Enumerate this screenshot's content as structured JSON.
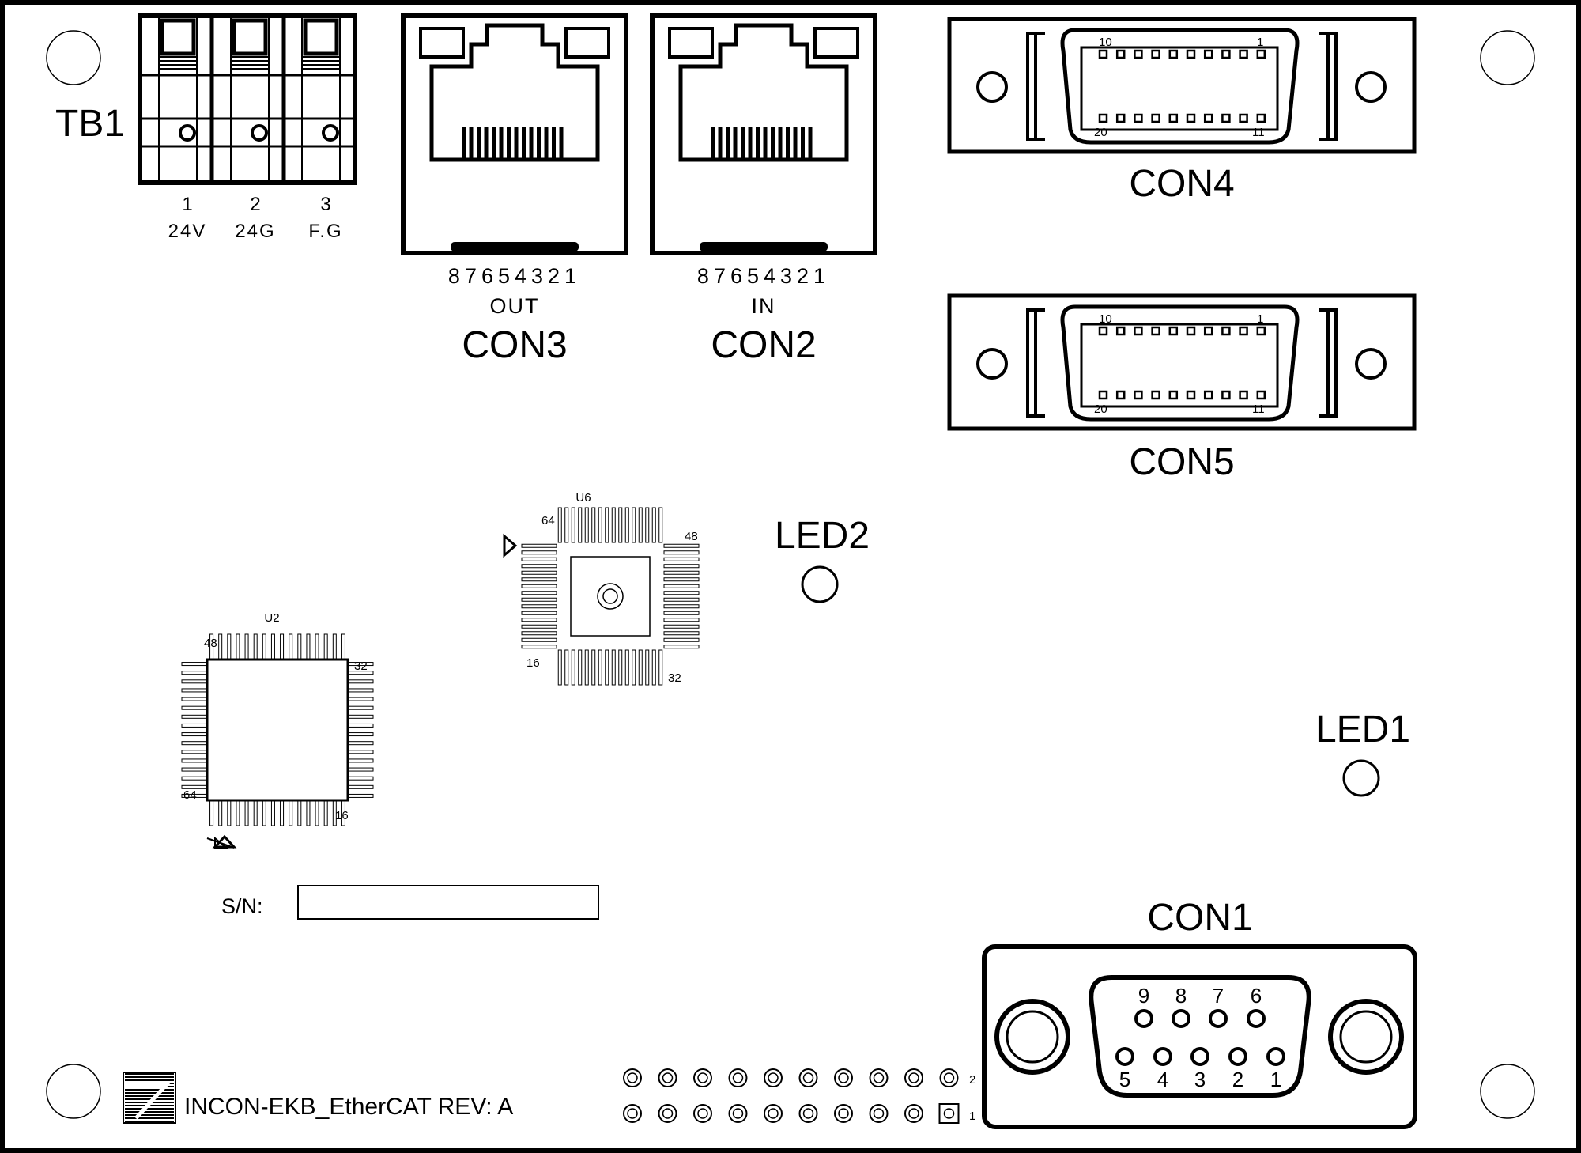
{
  "board": {
    "bg": "#ffffff",
    "ink": "#000000",
    "footer_label": "INCON-EKB_EtherCAT REV: A",
    "sn_label": "S/N:"
  },
  "tb1": {
    "designator": "TB1",
    "pins": [
      {
        "num": "1",
        "name": "24V"
      },
      {
        "num": "2",
        "name": "24G"
      },
      {
        "num": "3",
        "name": "F.G"
      }
    ]
  },
  "con3": {
    "designator": "CON3",
    "direction": "OUT",
    "pin_row": "87654321"
  },
  "con2": {
    "designator": "CON2",
    "direction": "IN",
    "pin_row": "87654321"
  },
  "con4": {
    "designator": "CON4",
    "pin_tl": "10",
    "pin_tr": "1",
    "pin_bl": "20",
    "pin_br": "11"
  },
  "con5": {
    "designator": "CON5",
    "pin_tl": "10",
    "pin_tr": "1",
    "pin_bl": "20",
    "pin_br": "11"
  },
  "con1": {
    "designator": "CON1",
    "top_pins": [
      "9",
      "8",
      "7",
      "6"
    ],
    "bottom_pins": [
      "5",
      "4",
      "3",
      "2",
      "1"
    ]
  },
  "u6": {
    "designator": "U6",
    "pin_tl": "64",
    "pin_tr": "48",
    "pin_bl": "16",
    "pin_br": "32"
  },
  "u2": {
    "designator": "U2",
    "pin_tl": "48",
    "pin_tr": "32",
    "pin_bl": "64",
    "pin_br": "16"
  },
  "led2": {
    "designator": "LED2"
  },
  "led1": {
    "designator": "LED1"
  },
  "header": {
    "row_top": "2",
    "row_bottom": "1"
  }
}
